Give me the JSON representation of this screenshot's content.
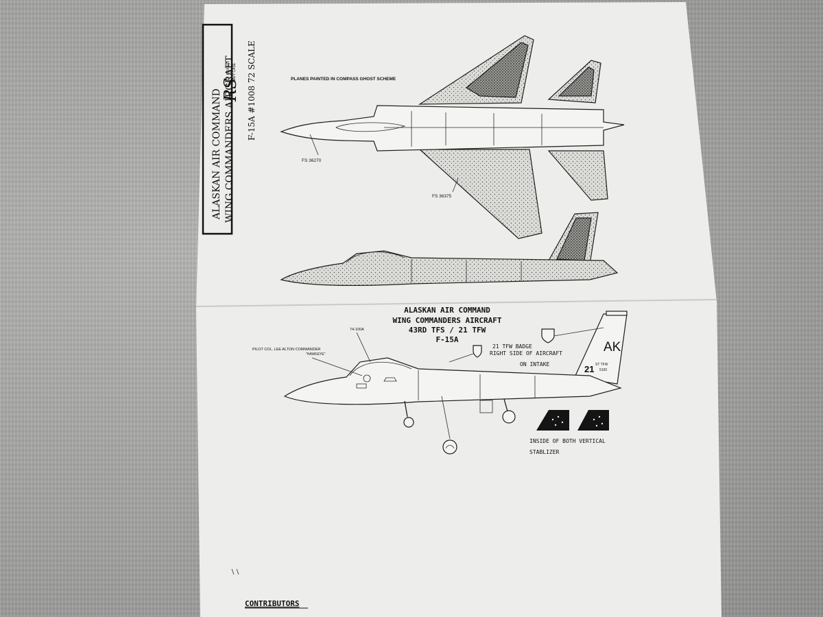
{
  "side_title": {
    "line1": "ALASKAN AIR COMMAND",
    "line2": "WING COMMANDERS AIRCRAFT",
    "line3": "F-15A #1008  72 SCALE",
    "logo_letters": "RS",
    "logo_small1": "P.O. BOX 915",
    "logo_small2": "NAVY  CASE"
  },
  "top_view": {
    "caption": "PLANES PAINTED IN COMPASS GHOST SCHEME",
    "color_front": "FS 36270",
    "color_wing": "FS 36375"
  },
  "lower_title": {
    "line1": "ALASKAN AIR COMMAND",
    "line2": "WING COMMANDERS AIRCRAFT",
    "line3": "43RD TFS / 21 TFW",
    "line4": "F-15A"
  },
  "side_profile": {
    "serial_top": "74-100A",
    "pilot_label": "PILOT COL. LEE ALTON  COMMANDER",
    "pilot_nick": "\"HAWKEYE\"",
    "badge_line1": "21 TFW BADGE",
    "badge_line2": "RIGHT SIDE OF AIRCRAFT",
    "badge_line3": "ON INTAKE",
    "tail_code": "AK",
    "tail_number": "21",
    "tail_wing": "ST TFW",
    "tail_serial": "5100",
    "stab_line1": "INSIDE OF BOTH VERTICAL",
    "stab_line2": "STABLIZER"
  },
  "footer": {
    "contributors": "CONTRIBUTORS"
  }
}
